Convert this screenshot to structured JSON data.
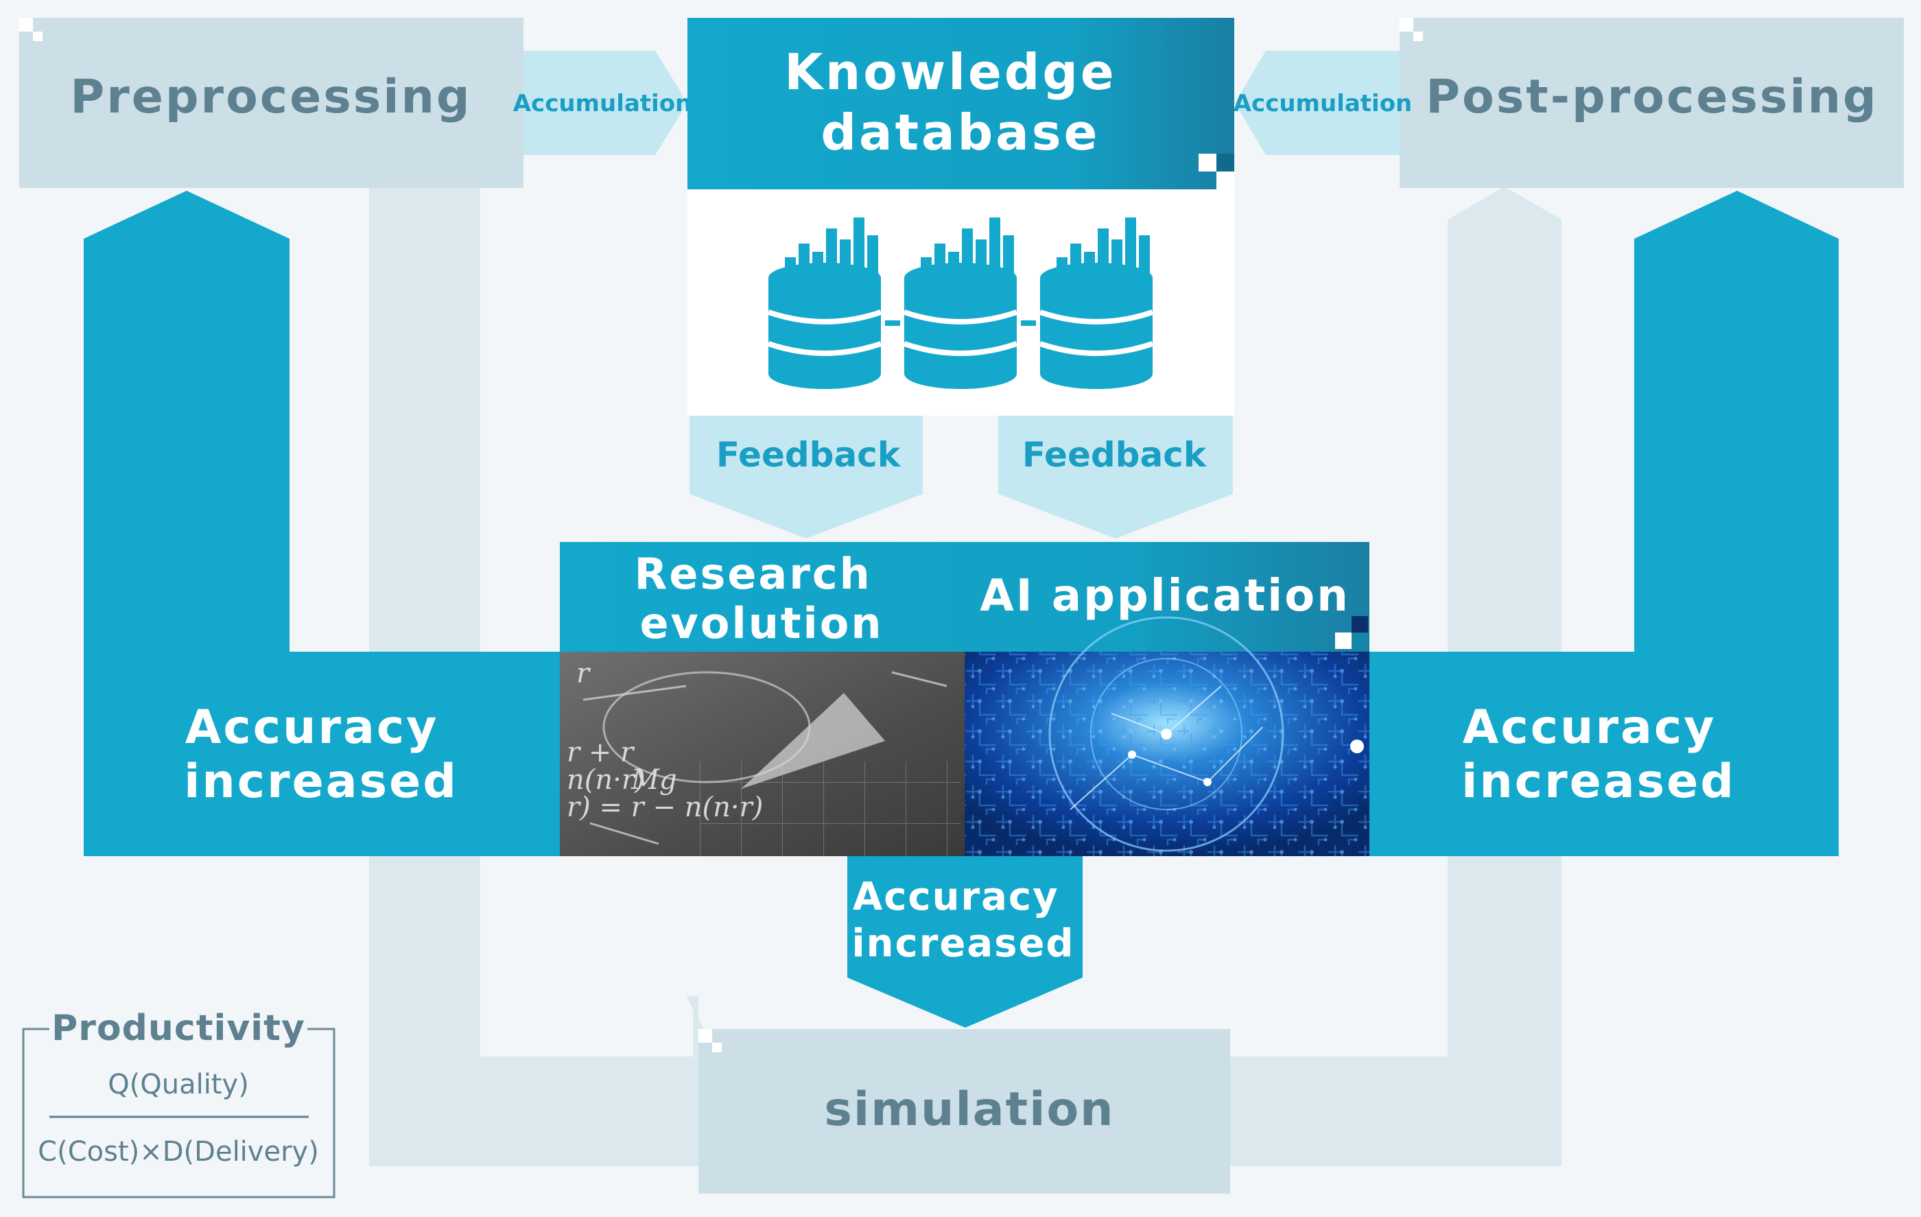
{
  "nodes": {
    "preprocessing": "Preprocessing",
    "post_processing": "Post-processing",
    "knowledge_database": [
      "Knowledge",
      "database"
    ],
    "simulation": "simulation",
    "research_evolution": [
      "Research",
      "evolution"
    ],
    "ai_application": "AI application"
  },
  "flows": {
    "accumulation_left": "Accumulation",
    "accumulation_right": "Accumulation",
    "feedback_left": "Feedback",
    "feedback_right": "Feedback"
  },
  "accuracy": {
    "left": [
      "Accuracy",
      "increased"
    ],
    "right": [
      "Accuracy",
      "increased"
    ],
    "center": [
      "Accuracy",
      "increased"
    ]
  },
  "productivity": {
    "title": "Productivity",
    "numerator": "Q(Quality)",
    "denominator": "C(Cost)×D(Delivery)"
  },
  "colors": {
    "background": "#f3f6f8",
    "pale_box": "#cddfe6",
    "pale_flow": "#dbe9ef",
    "accent": "#13a8cc",
    "accent_dark": "#1587a6",
    "light_arrow": "#c4e8f2",
    "muted_text": "#5e8192",
    "accent_text": "#1a9ec4"
  },
  "icons": [
    "database-cylinder-icon",
    "bar-graph-icon"
  ]
}
